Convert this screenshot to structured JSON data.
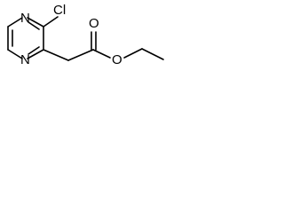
{
  "molecule": {
    "atoms": {
      "n_top": "N",
      "n_bottom": "N",
      "cl": "Cl",
      "o_carbonyl": "O",
      "o_ester": "O"
    }
  }
}
